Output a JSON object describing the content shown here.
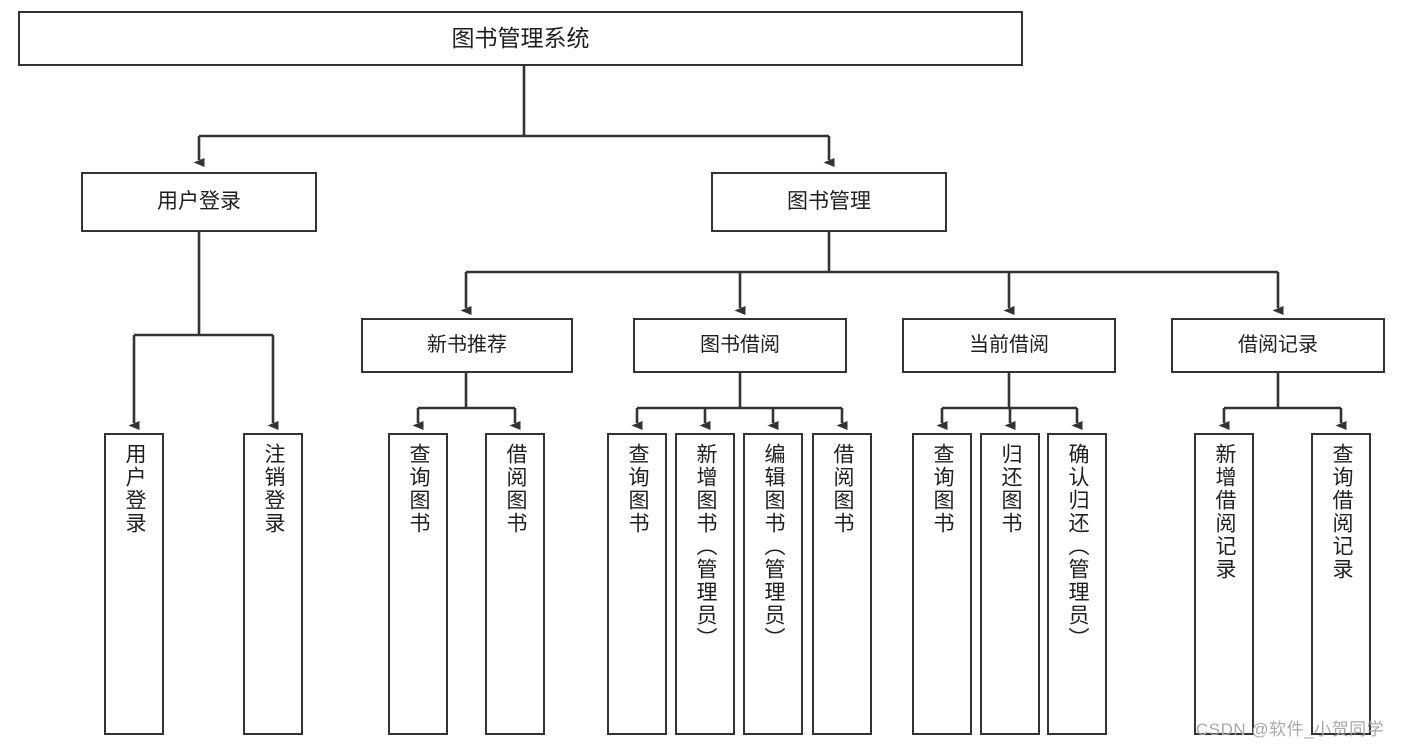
{
  "diagram": {
    "title": "图书管理系统",
    "watermark": "CSDN @软件_小贺同学",
    "colors": {
      "stroke": "#333333",
      "fill": "#ffffff",
      "text": "#1f1f1f",
      "watermark": "#a8a8a8"
    },
    "nodes": {
      "root": {
        "label": "图书管理系统"
      },
      "branches": [
        {
          "id": "user-login",
          "label": "用户登录"
        },
        {
          "id": "book-manage",
          "label": "图书管理"
        }
      ],
      "modules": [
        {
          "id": "new-book-recommend",
          "label": "新书推荐"
        },
        {
          "id": "book-borrow",
          "label": "图书借阅"
        },
        {
          "id": "current-borrow",
          "label": "当前借阅"
        },
        {
          "id": "borrow-record",
          "label": "借阅记录"
        }
      ],
      "leaves": {
        "user_login": [
          {
            "id": "leaf-user-login",
            "label": "用户登录"
          },
          {
            "id": "leaf-logout",
            "label": "注销登录"
          }
        ],
        "new_book_recommend": [
          {
            "id": "leaf-query-book-1",
            "label": "查询图书"
          },
          {
            "id": "leaf-borrow-book-1",
            "label": "借阅图书"
          }
        ],
        "book_borrow": [
          {
            "id": "leaf-query-book-2",
            "label": "查询图书"
          },
          {
            "id": "leaf-add-book",
            "label": "新增图书（管理员）"
          },
          {
            "id": "leaf-edit-book",
            "label": "编辑图书（管理员）"
          },
          {
            "id": "leaf-borrow-book-2",
            "label": "借阅图书"
          }
        ],
        "current_borrow": [
          {
            "id": "leaf-query-book-3",
            "label": "查询图书"
          },
          {
            "id": "leaf-return-book",
            "label": "归还图书"
          },
          {
            "id": "leaf-confirm-return",
            "label": "确认归还（管理员）"
          }
        ],
        "borrow_record": [
          {
            "id": "leaf-add-record",
            "label": "新增借阅记录"
          },
          {
            "id": "leaf-query-record",
            "label": "查询借阅记录"
          }
        ]
      }
    }
  }
}
